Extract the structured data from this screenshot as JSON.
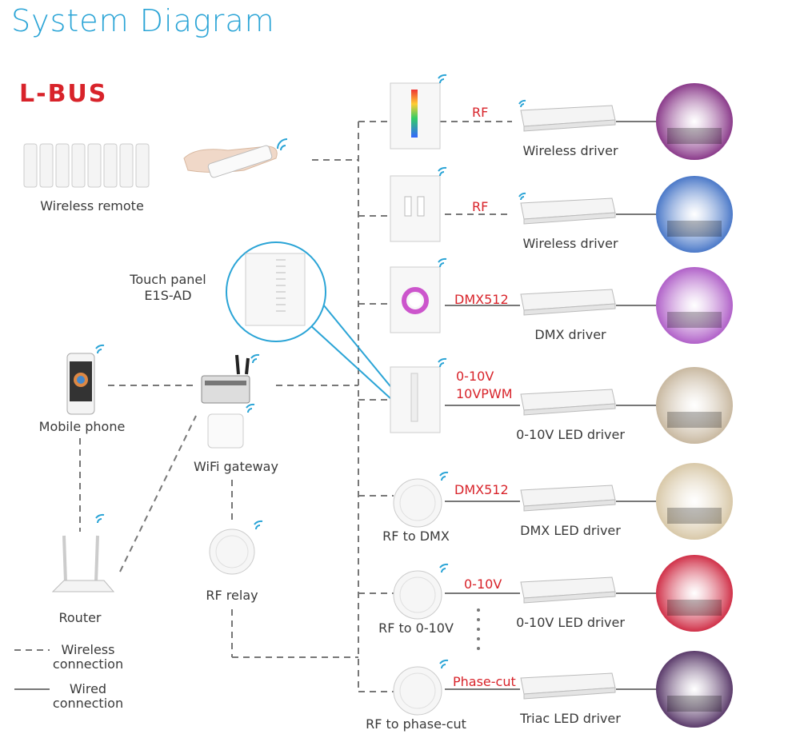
{
  "title": "System Diagram",
  "brand": "L-BUS",
  "inputs": {
    "wireless_remote": "Wireless remote",
    "touch_panel": "Touch panel\nE1S-AD",
    "mobile_phone": "Mobile phone",
    "wifi_gateway": "WiFi gateway",
    "rf_relay": "RF relay",
    "router": "Router"
  },
  "rows": [
    {
      "controller": "",
      "signal": "RF",
      "driver": "Wireless driver",
      "scene_color": "#8a3a8a"
    },
    {
      "controller": "",
      "signal": "RF",
      "driver": "Wireless driver",
      "scene_color": "#4a78c8"
    },
    {
      "controller": "",
      "signal": "DMX512",
      "driver": "DMX driver",
      "scene_color": "#b060c8"
    },
    {
      "controller": "",
      "signal": "0-10V\n10VPWM",
      "driver": "0-10V LED driver",
      "scene_color": "#c8b8a0"
    },
    {
      "controller": "RF to DMX",
      "signal": "DMX512",
      "driver": "DMX LED driver",
      "scene_color": "#d8c8a8"
    },
    {
      "controller": "RF to 0-10V",
      "signal": "0-10V",
      "driver": "0-10V LED driver",
      "scene_color": "#d03048"
    },
    {
      "controller": "RF to phase-cut",
      "signal": "Phase-cut",
      "driver": "Triac LED driver",
      "scene_color": "#5a3a6a"
    }
  ],
  "legend": {
    "wireless": "Wireless\nconnection",
    "wired": "Wired\nconnection"
  },
  "colors": {
    "title": "#2aa4d6",
    "brand": "#d8232a",
    "signal": "#d8232a",
    "zoom": "#2aa4d6"
  }
}
